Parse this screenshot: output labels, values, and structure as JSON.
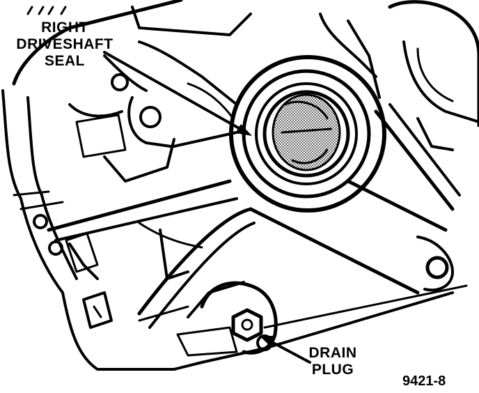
{
  "labels": {
    "seal": [
      "RIGHT",
      "DRIVESHAFT",
      "SEAL"
    ],
    "drain_plug": [
      "DRAIN",
      "PLUG"
    ]
  },
  "figure_number": "9421-8",
  "colors": {
    "ink": "#000000",
    "background": "#ffffff"
  }
}
